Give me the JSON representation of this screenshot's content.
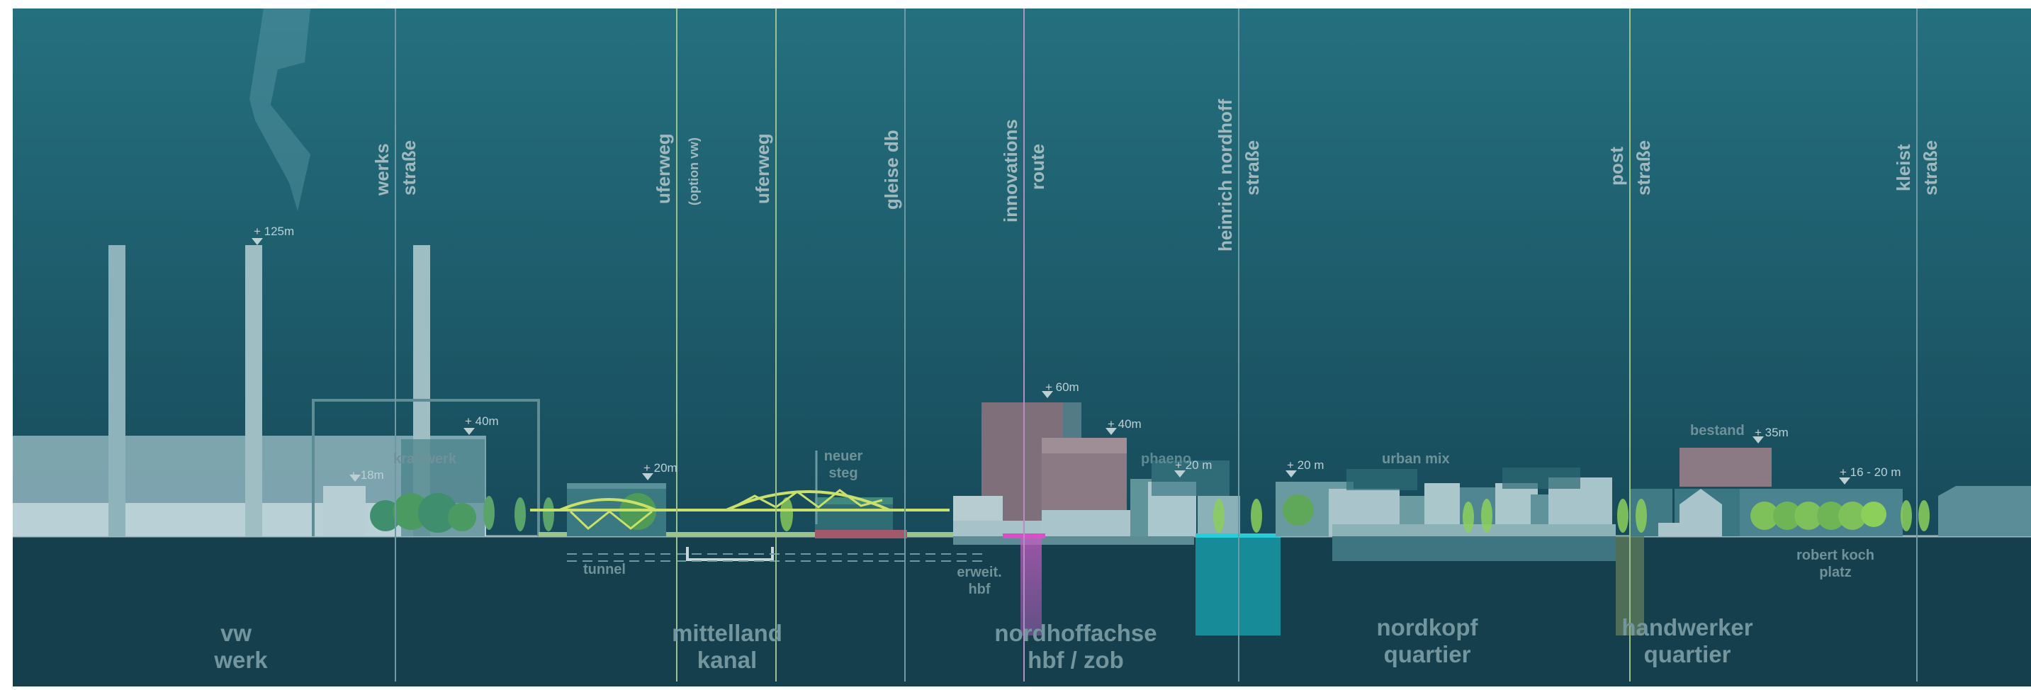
{
  "colors": {
    "sky_top": "#25707f",
    "sky_bottom": "#1a4f5f",
    "ground": "#163f4d",
    "axis_line": "#6e9aa3",
    "canal_axis": "#9cc48a",
    "innovation_axis": "#b58fc4",
    "bridge": "#c9e06a",
    "tree": "#8ccf5a",
    "underground_pink": "#a45fb0",
    "underground_cyan": "#1aa9b2"
  },
  "streets": {
    "werksstrasse_a": "werks",
    "werksstrasse_b": "straße",
    "uferweg_1": "uferweg",
    "uferweg_option": "(option vw)",
    "uferweg_2": "uferweg",
    "gleise": "gleise db",
    "innovations_a": "innovations",
    "innovations_b": "route",
    "heinrich_a": "heinrich nordhoff",
    "heinrich_b": "straße",
    "post_a": "post",
    "post_b": "straße",
    "kleist_a": "kleist",
    "kleist_b": "straße"
  },
  "heights": {
    "chimney": "+ 125m",
    "kraftwerk_top": "+ 40m",
    "kraftwerk_low": "+ 18m",
    "canal_building": "+ 20m",
    "tower": "+ 60m",
    "tower_b": "+ 40m",
    "phaeno": "+ 20 m",
    "nordkopf": "+ 20 m",
    "bestand": "+ 35m",
    "koch": "+ 16 - 20 m"
  },
  "labels": {
    "kraftwerk": "kraftwerk",
    "neuer_steg_a": "neuer",
    "neuer_steg_b": "steg",
    "phaeno": "phaeno",
    "urban_mix": "urban mix",
    "bestand": "bestand",
    "tunnel": "tunnel",
    "erweit_hbf_a": "erweit.",
    "erweit_hbf_b": "hbf",
    "robert_koch_a": "robert koch",
    "robert_koch_b": "platz"
  },
  "districts": {
    "vw_a": "vw",
    "vw_b": "werk",
    "mittelland_a": "mittelland",
    "mittelland_b": "kanal",
    "nordhoff_a": "nordhoffachse",
    "nordhoff_b": "hbf / zob",
    "nordkopf_a": "nordkopf",
    "nordkopf_b": "quartier",
    "handwerker_a": "handwerker",
    "handwerker_b": "quartier"
  }
}
